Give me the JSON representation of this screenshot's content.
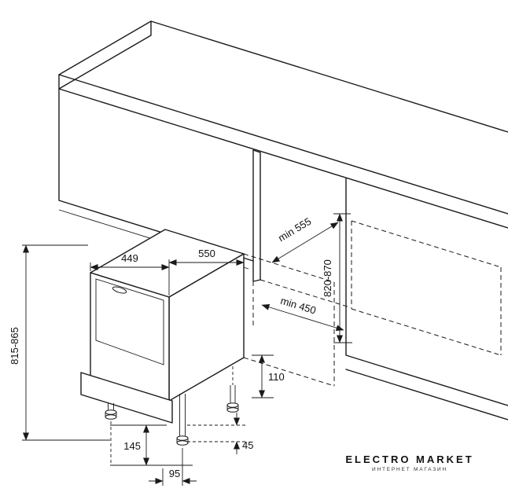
{
  "diagram": {
    "dimensions": {
      "width": "449",
      "depth": "550",
      "niche_depth": "min 555",
      "appliance_height": "815-865",
      "niche_height": "820-870",
      "niche_width": "min 450",
      "base_height": "110",
      "plinth_height": "145",
      "feet_adjustment": "45",
      "foot_offset": "95"
    },
    "colors": {
      "line": "#1a1a1a",
      "background": "#ffffff"
    }
  },
  "logo": {
    "title": "ELECTRO MARKET",
    "subtitle": "ИНТЕРНЕТ МАГАЗИН"
  }
}
